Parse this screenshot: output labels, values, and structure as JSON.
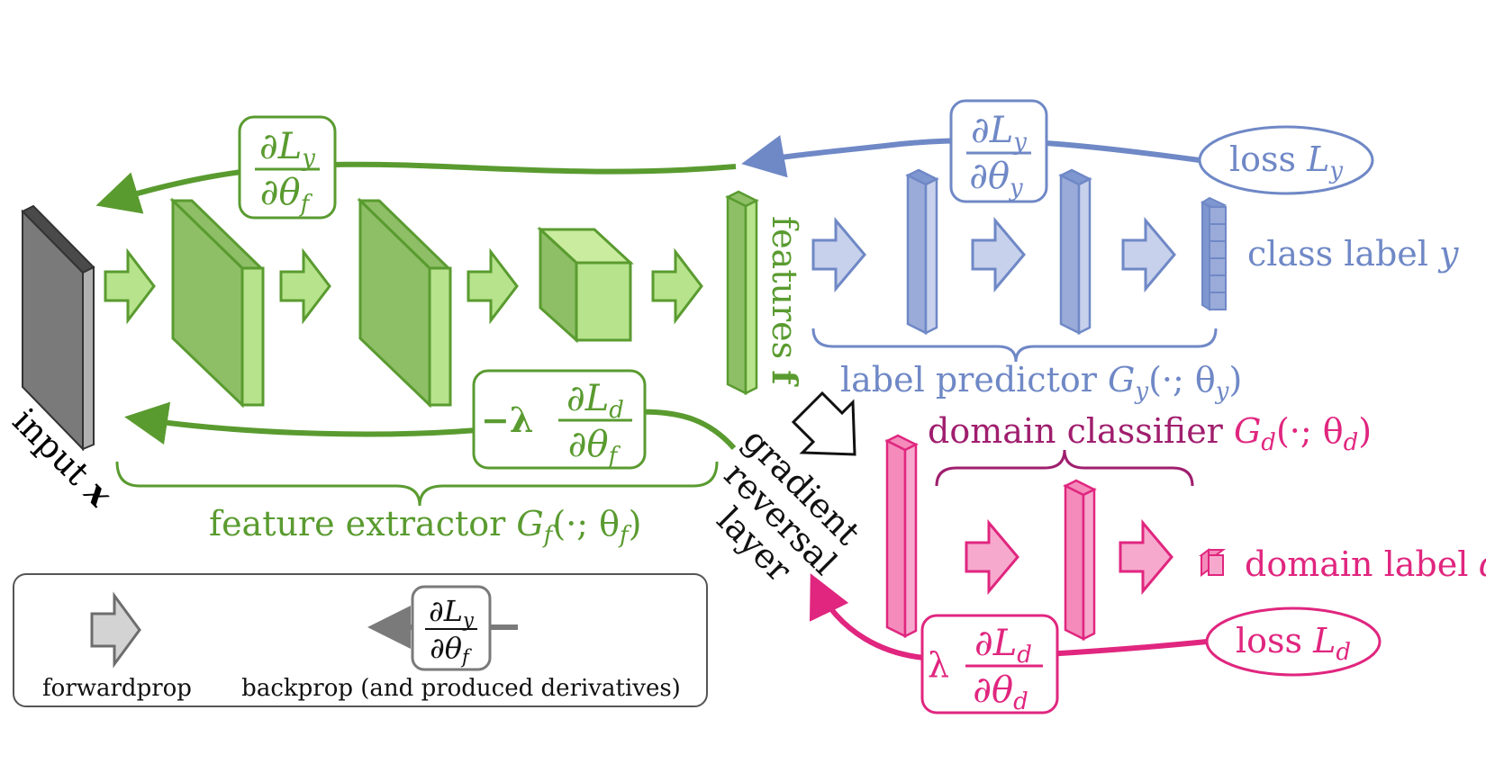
{
  "colors": {
    "green": "#5a9b30",
    "green_face": "#b6e38b",
    "green_side": "#8ebf66",
    "blue": "#6f88c6",
    "blue_face": "#c7d1ec",
    "blue_fill": "#9aabd9",
    "pink": "#e0267f",
    "pink_face": "#f7a9cd",
    "pink_fill": "#f48bbb",
    "gray": "#6d6d6d",
    "gray_face": "#d3d3d3",
    "dark_purple": "#a01e6e"
  },
  "labels": {
    "input_a": "input",
    "input_b": "x",
    "features_a": "features",
    "features_b": "f",
    "class_label_text": "class label",
    "class_label_var": "y",
    "label_predictor_text": "label predictor",
    "label_predictor_func": "G",
    "label_predictor_sub": "y",
    "label_predictor_args": "(·; θ",
    "label_predictor_argsub": "y",
    "close_paren": ")",
    "feature_extractor_text": "feature extractor",
    "feature_extractor_func": "G",
    "feature_extractor_sub": "f",
    "feature_extractor_args": "(·; θ",
    "feature_extractor_argsub": "f",
    "domain_classifier_text": "domain classifier",
    "domain_classifier_func": "G",
    "domain_classifier_sub": "d",
    "domain_classifier_args": "(·; θ",
    "domain_classifier_argsub": "d",
    "domain_label_text": "domain label",
    "domain_label_var": "d",
    "grl_line1": "gradient",
    "grl_line2": "reversal",
    "grl_line3": "layer",
    "loss_y_text": "loss",
    "loss_y_var": "L",
    "loss_y_sub": "y",
    "loss_d_text": "loss",
    "loss_d_var": "L",
    "loss_d_sub": "d"
  },
  "derivatives": {
    "partial": "∂",
    "L": "L",
    "theta": "θ",
    "minus_lambda": "−λ",
    "lambda": "λ",
    "y": "y",
    "d": "d",
    "f": "f"
  },
  "legend": {
    "forwardprop": "forwardprop",
    "backprop": "backprop (and produced derivatives)"
  }
}
